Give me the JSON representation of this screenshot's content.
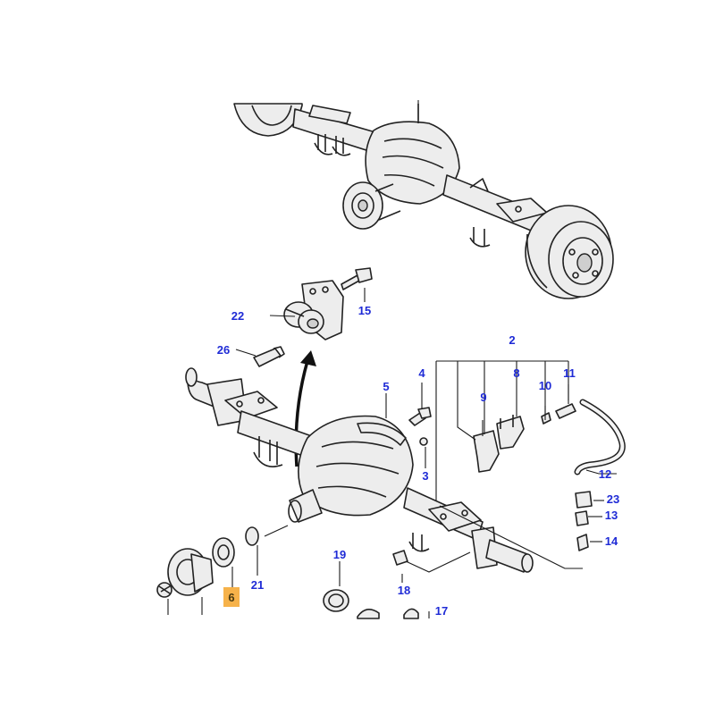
{
  "callouts": [
    {
      "id": "2",
      "label": "2"
    },
    {
      "id": "3",
      "label": "3"
    },
    {
      "id": "4",
      "label": "4"
    },
    {
      "id": "5",
      "label": "5"
    },
    {
      "id": "6",
      "label": "6",
      "highlighted": true
    },
    {
      "id": "8",
      "label": "8"
    },
    {
      "id": "9",
      "label": "9"
    },
    {
      "id": "10",
      "label": "10"
    },
    {
      "id": "11",
      "label": "11"
    },
    {
      "id": "12",
      "label": "12"
    },
    {
      "id": "13",
      "label": "13"
    },
    {
      "id": "14",
      "label": "14"
    },
    {
      "id": "15",
      "label": "15"
    },
    {
      "id": "17",
      "label": "17"
    },
    {
      "id": "18",
      "label": "18"
    },
    {
      "id": "19",
      "label": "19"
    },
    {
      "id": "21",
      "label": "21"
    },
    {
      "id": "22",
      "label": "22"
    },
    {
      "id": "23",
      "label": "23"
    },
    {
      "id": "26",
      "label": "26"
    }
  ],
  "colors": {
    "callout_text": "#1f2bd6",
    "highlight": "#f6b24a",
    "line": "#222222"
  }
}
